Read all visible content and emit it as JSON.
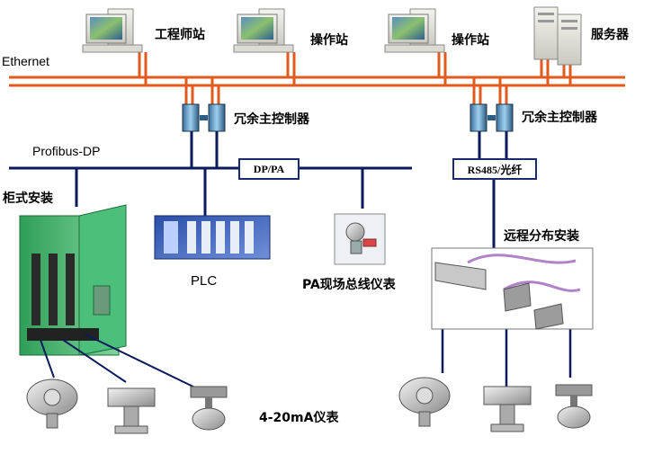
{
  "network": {
    "ethernet_label": "Ethernet",
    "profibus_label": "Profibus-DP"
  },
  "stations": {
    "engineer": "工程师站",
    "operator_1": "操作站",
    "operator_2": "操作站",
    "server": "服务器"
  },
  "controllers": {
    "left": "冗余主控制器",
    "right": "冗余主控制器"
  },
  "couplers": {
    "dp_pa": "DP/PA",
    "rs485": "RS485/光纤"
  },
  "devices": {
    "cabinet": "柜式安装",
    "plc": "PLC",
    "pa_instrument": "PA现场总线仪表",
    "remote": "远程分布安装",
    "analog_instruments": "4-20mA仪表"
  },
  "colors": {
    "ethernet": "#e25a1c",
    "bus": "#0a1a5c",
    "cabinet": "#3fb86a"
  }
}
